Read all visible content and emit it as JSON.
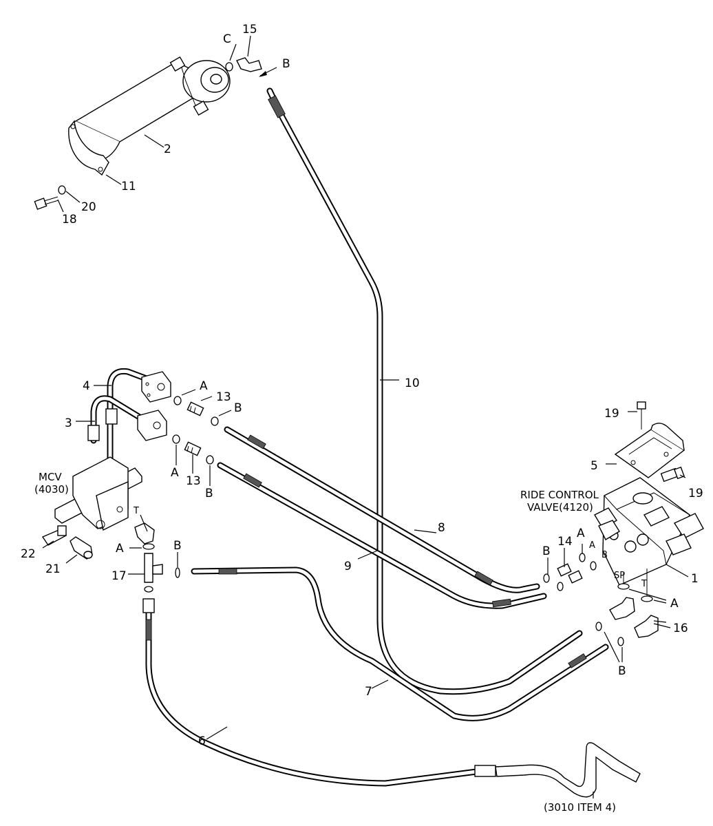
{
  "labels": {
    "c15": "C",
    "n15": "15",
    "b_top": "B",
    "n2": "2",
    "n11": "11",
    "n20": "20",
    "n18": "18",
    "n10": "10",
    "n4": "4",
    "a_upper": "A",
    "n13_upper": "13",
    "b_upper": "B",
    "n3": "3",
    "a_lower": "A",
    "n13_lower": "13",
    "b_lower": "B",
    "mcv1": "MCV",
    "mcv2": "(4030)",
    "t_mcv": "T",
    "n22": "22",
    "n21": "21",
    "a17": "A",
    "b17": "B",
    "n17": "17",
    "n19_top": "19",
    "n5": "5",
    "n19_right": "19",
    "rcv1": "RIDE CONTROL",
    "rcv2": "VALVE(4120)",
    "n14": "14",
    "b14": "B",
    "a14": "A",
    "port_a": "A",
    "port_b": "B",
    "port_sp": "SP",
    "port_t": "T",
    "n1": "1",
    "a_right": "A",
    "n16": "16",
    "b16": "B",
    "n8": "8",
    "n9": "9",
    "n7": "7",
    "n6": "6",
    "ref3010": "(3010 ITEM 4)"
  }
}
